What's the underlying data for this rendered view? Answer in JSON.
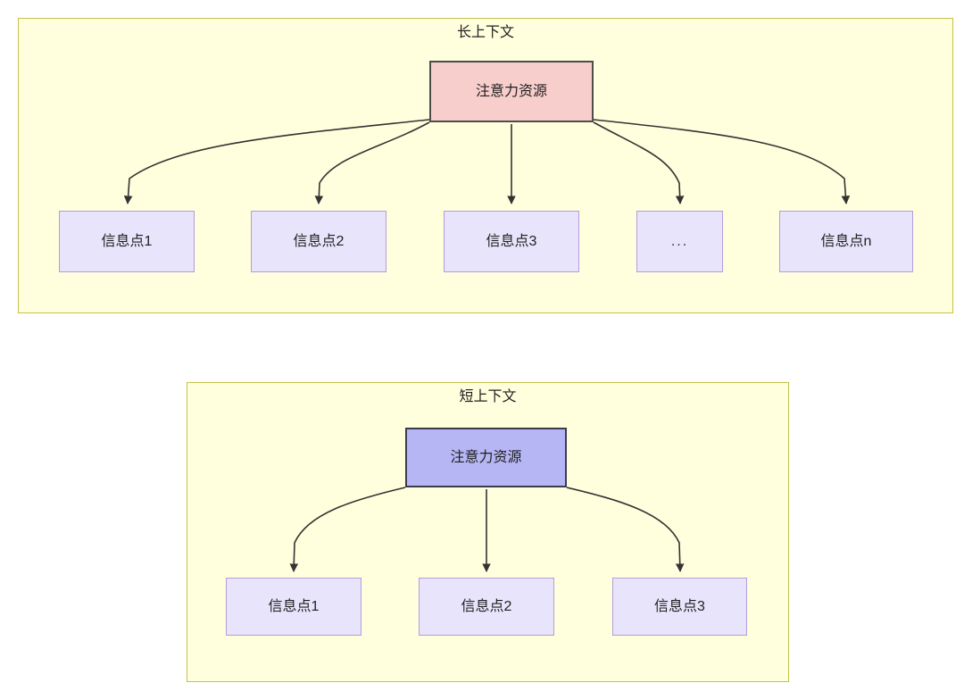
{
  "diagram": {
    "type": "attention-resource-allocation",
    "background": "#ffffff",
    "colors": {
      "container_fill": "#ffffdd",
      "container_border": "#c2c24b",
      "attention_long_fill": "#f8cecc",
      "attention_long_border": "#4d4d4d",
      "attention_short_fill": "#b6b6f5",
      "attention_short_border": "#3b3b4f",
      "info_fill": "#e8e4fb",
      "info_border": "#b39ddb",
      "edge": "#333333"
    },
    "groups": [
      {
        "id": "long-context",
        "title": "长上下文",
        "root": {
          "id": "attention-long",
          "label": "注意力资源"
        },
        "children": [
          {
            "id": "info-1",
            "label": "信息点1"
          },
          {
            "id": "info-2",
            "label": "信息点2"
          },
          {
            "id": "info-3",
            "label": "信息点3"
          },
          {
            "id": "info-ellipsis",
            "label": "..."
          },
          {
            "id": "info-n",
            "label": "信息点n"
          }
        ]
      },
      {
        "id": "short-context",
        "title": "短上下文",
        "root": {
          "id": "attention-short",
          "label": "注意力资源"
        },
        "children": [
          {
            "id": "s-info-1",
            "label": "信息点1"
          },
          {
            "id": "s-info-2",
            "label": "信息点2"
          },
          {
            "id": "s-info-3",
            "label": "信息点3"
          }
        ]
      }
    ]
  }
}
